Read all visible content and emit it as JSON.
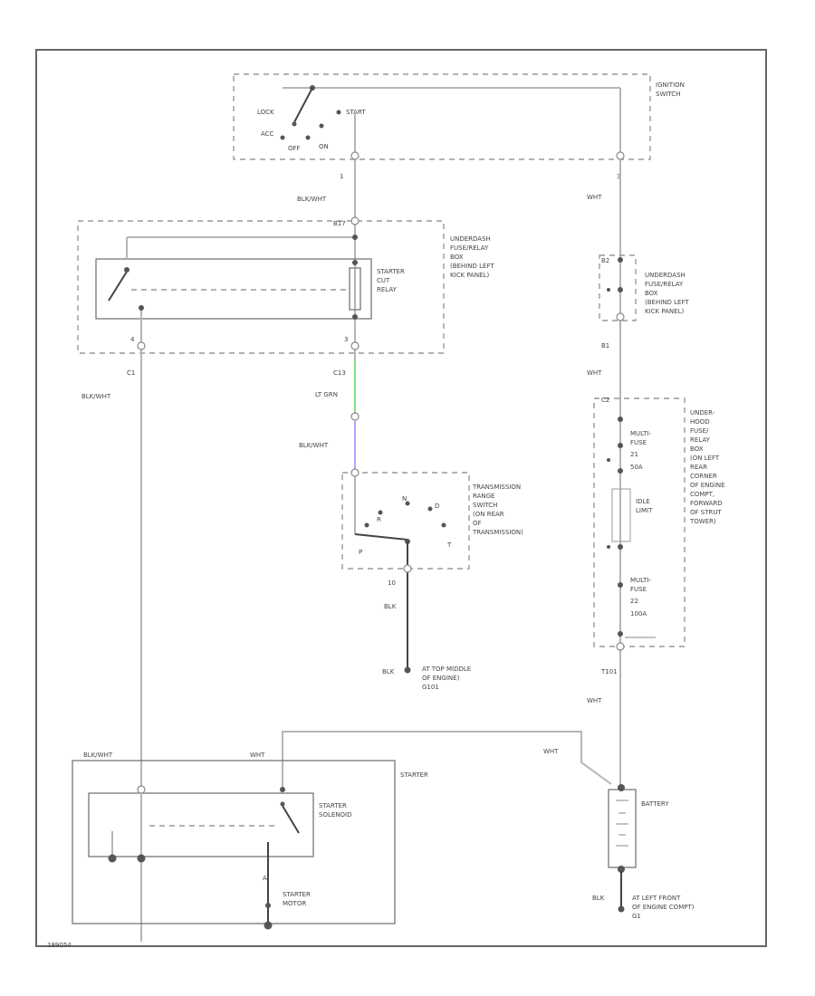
{
  "ignition_switch": {
    "title": [
      "IGNITION",
      "SWITCH"
    ],
    "pos_lock": "LOCK",
    "pos_acc": "ACC",
    "pos_off": "OFF",
    "pos_on": "ON",
    "pos_start": "START",
    "pin_left": "1",
    "pin_right": "3"
  },
  "underdash_box_1": {
    "title": [
      "UNDERDASH",
      "FUSE/RELAY",
      "BOX",
      "(BEHIND LEFT",
      "KICK PANEL)"
    ],
    "relay": [
      "STARTER",
      "CUT",
      "RELAY"
    ],
    "pin_top": "B17",
    "pin_left": "4",
    "pin_right": "3",
    "conn_left": "C1",
    "conn_right": "C13"
  },
  "underdash_box_2": {
    "title": [
      "UNDERDASH",
      "FUSE/RELAY",
      "BOX",
      "(BEHIND LEFT",
      "KICK PANEL)"
    ],
    "pin_top": "B2",
    "conn_bottom": "B1"
  },
  "underhood_box": {
    "title": [
      "UNDER-",
      "HOOD",
      "FUSE/",
      "RELAY",
      "BOX",
      "(ON LEFT",
      "REAR",
      "CORNER",
      "OF ENGINE",
      "COMPT,",
      "FORWARD",
      "OF STRUT",
      "TOWER)"
    ],
    "pin_top": "C2",
    "fuse1": [
      "MULTI-",
      "FUSE",
      "21",
      "50A"
    ],
    "idle": [
      "IDLE",
      "LIMIT"
    ],
    "fuse2": [
      "MULTI-",
      "FUSE",
      "22",
      "100A"
    ],
    "conn_bottom": "T101"
  },
  "trans_switch": {
    "title": [
      "TRANSMISSION",
      "RANGE",
      "SWITCH",
      "(ON REAR",
      "OF",
      "TRANSMISSION)"
    ],
    "pos_p": "P",
    "pos_n": "N",
    "pos_r": "R",
    "pos_d": "D",
    "pos_t": "T",
    "pin_bottom": "10"
  },
  "ground_1": {
    "label": [
      "AT TOP MIDDLE",
      "OF ENGINE)",
      "G101"
    ],
    "wire": "BLK"
  },
  "ground_2": {
    "label": [
      "AT LEFT FRONT",
      "OF ENGINE COMPT)",
      "G1"
    ],
    "wire": "BLK"
  },
  "starter": {
    "title": "STARTER",
    "solenoid": [
      "STARTER",
      "SOLENOID"
    ],
    "motor": [
      "STARTER",
      "MOTOR"
    ],
    "wire_left": "BLK/WHT",
    "wire_right": "WHT",
    "pin_a": "A"
  },
  "battery": {
    "label": "BATTERY"
  },
  "wires": {
    "w1": "BLK/WHT",
    "w2": "WHT",
    "w3": "BLK/WHT",
    "w4": "LT GRN",
    "w5": "BLK/WHT",
    "w6": "WHT",
    "w7": "WHT",
    "w8": "WHT",
    "w9": "BLK"
  },
  "footer": {
    "code": "189054"
  },
  "colors": {
    "lt_grn": "#7fe07f",
    "blue": "#a9a9ff",
    "wire": "#b5b5b5"
  }
}
